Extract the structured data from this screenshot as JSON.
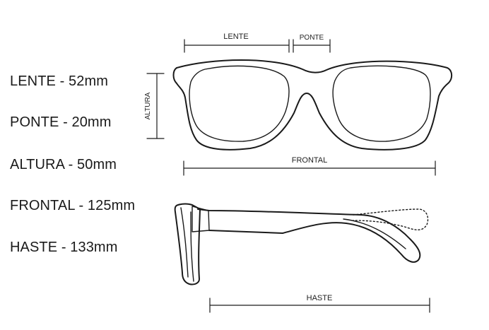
{
  "specs": [
    {
      "label": "LENTE",
      "separator": " - ",
      "value": "52mm"
    },
    {
      "label": "PONTE",
      "separator": " - ",
      "value": "20mm"
    },
    {
      "label": "ALTURA",
      "separator": " - ",
      "value": "50mm"
    },
    {
      "label": "FRONTAL",
      "separator": " - ",
      "value": "125mm"
    },
    {
      "label": "HASTE",
      "separator": " - ",
      "value": "133mm"
    }
  ],
  "dimension_labels": {
    "lente": "LENTE",
    "ponte": "PONTE",
    "altura": "ALTURA",
    "frontal": "FRONTAL",
    "haste": "HASTE"
  },
  "colors": {
    "line": "#1a1a1a",
    "text": "#1a1a1a",
    "background": "#ffffff"
  }
}
